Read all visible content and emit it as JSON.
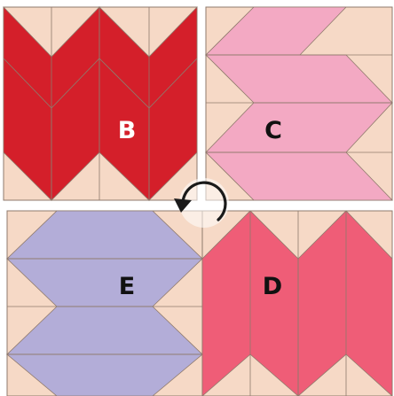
{
  "blocks": {
    "b": {
      "label": "B",
      "color": "#d41f2a",
      "label_color": "#ffffff"
    },
    "c": {
      "label": "C",
      "color": "#f3a9c3",
      "label_color": "#111111"
    },
    "e": {
      "label": "E",
      "color": "#b3add8",
      "label_color": "#111111"
    },
    "d": {
      "label": "D",
      "color": "#ef5d77",
      "label_color": "#111111"
    }
  },
  "background_color": "#f6d9c6",
  "seam_color": "#8f7a6c",
  "rotation_icon": "rotate-counterclockwise-arrow-icon"
}
